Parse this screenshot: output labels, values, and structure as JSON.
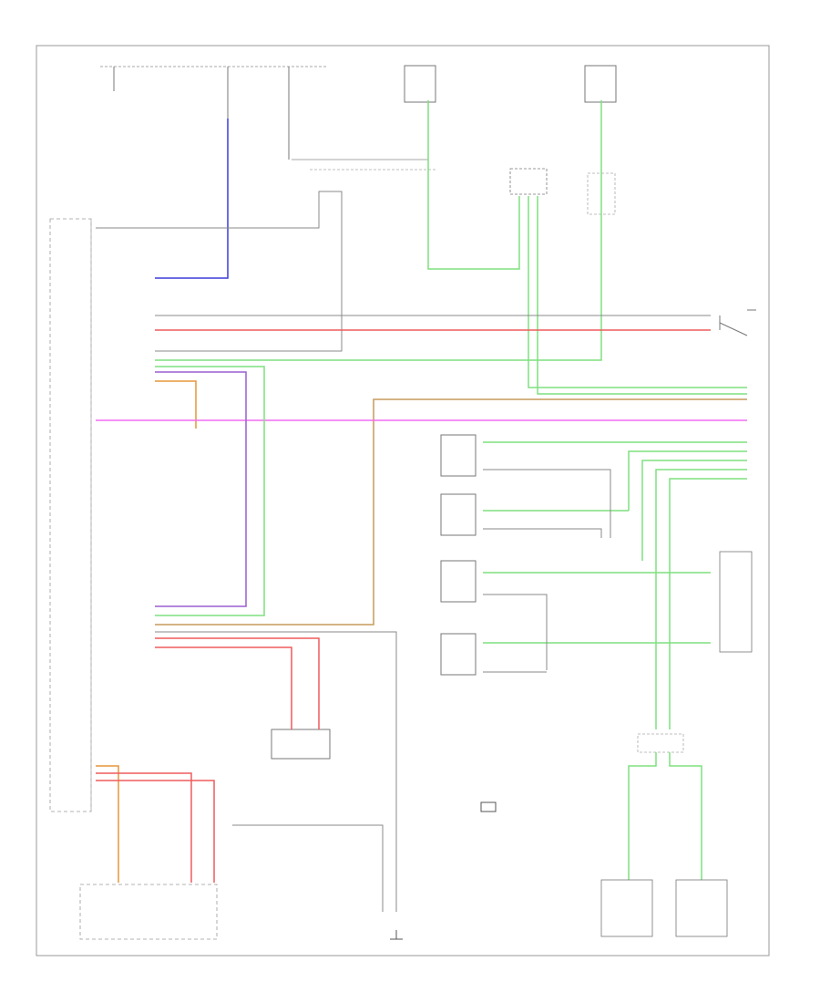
{
  "footer": {
    "code": ""
  },
  "colors": {
    "border": "#9a9a9a",
    "wire_gray": "#8a8a8a",
    "wire_blue": "#3b3bd9",
    "wire_green": "#7ee07e",
    "wire_red": "#ef5b5b",
    "wire_pink": "#f06cf0",
    "wire_orange": "#e5963a",
    "wire_violet": "#9a5fd0",
    "wire_tan": "#c79a5a"
  },
  "components": [
    {
      "key": "fuse_left"
    },
    {
      "key": "fuse_mid"
    },
    {
      "key": "fuse_right"
    },
    {
      "key": "switch_top"
    },
    {
      "key": "fuse_far_right"
    },
    {
      "key": "relay_box"
    },
    {
      "key": "body_control_module"
    },
    {
      "key": "door_switch_right"
    },
    {
      "key": "lamp_1"
    },
    {
      "key": "lamp_2"
    },
    {
      "key": "lamp_3"
    },
    {
      "key": "lamp_4"
    },
    {
      "key": "connector_block_right"
    },
    {
      "key": "sensor_box"
    },
    {
      "key": "headlight_switch"
    },
    {
      "key": "license_lamp_left"
    },
    {
      "key": "license_lamp_right"
    },
    {
      "key": "ground_connector"
    }
  ]
}
